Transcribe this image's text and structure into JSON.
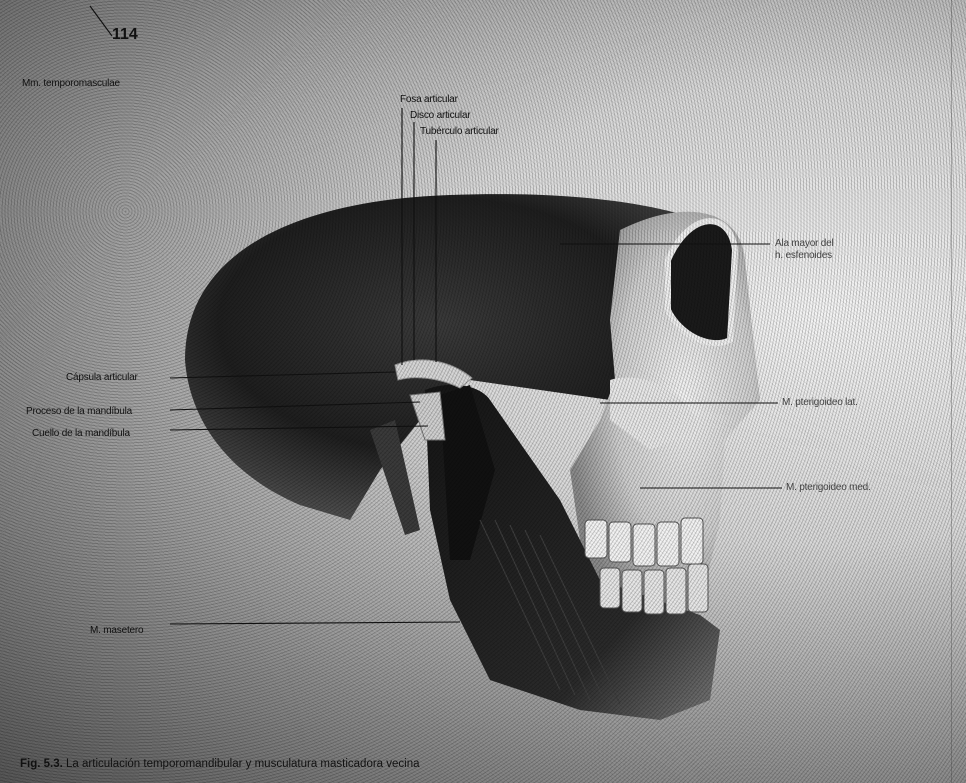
{
  "page_number": "114",
  "labels": {
    "top_left": "Mm. temporomasculae",
    "fosa": "Fosa articular",
    "disco": "Disco articular",
    "tuberculo": "Tubérculo articular",
    "ala": "Ala mayor del\nh. esfenoides",
    "capsula": "Cápsula articular",
    "proceso": "Proceso de la mandíbula",
    "cuello": "Cuello de la mandíbula",
    "pterigoideo_lat": "M. pterigoideo lat.",
    "pterigoideo_med": "M. pterigoideo med.",
    "masetero": "M. masetero"
  },
  "caption": {
    "figure": "Fig. 5.3.",
    "text": "La articulación temporomandibular y musculatura masticadora vecina"
  }
}
